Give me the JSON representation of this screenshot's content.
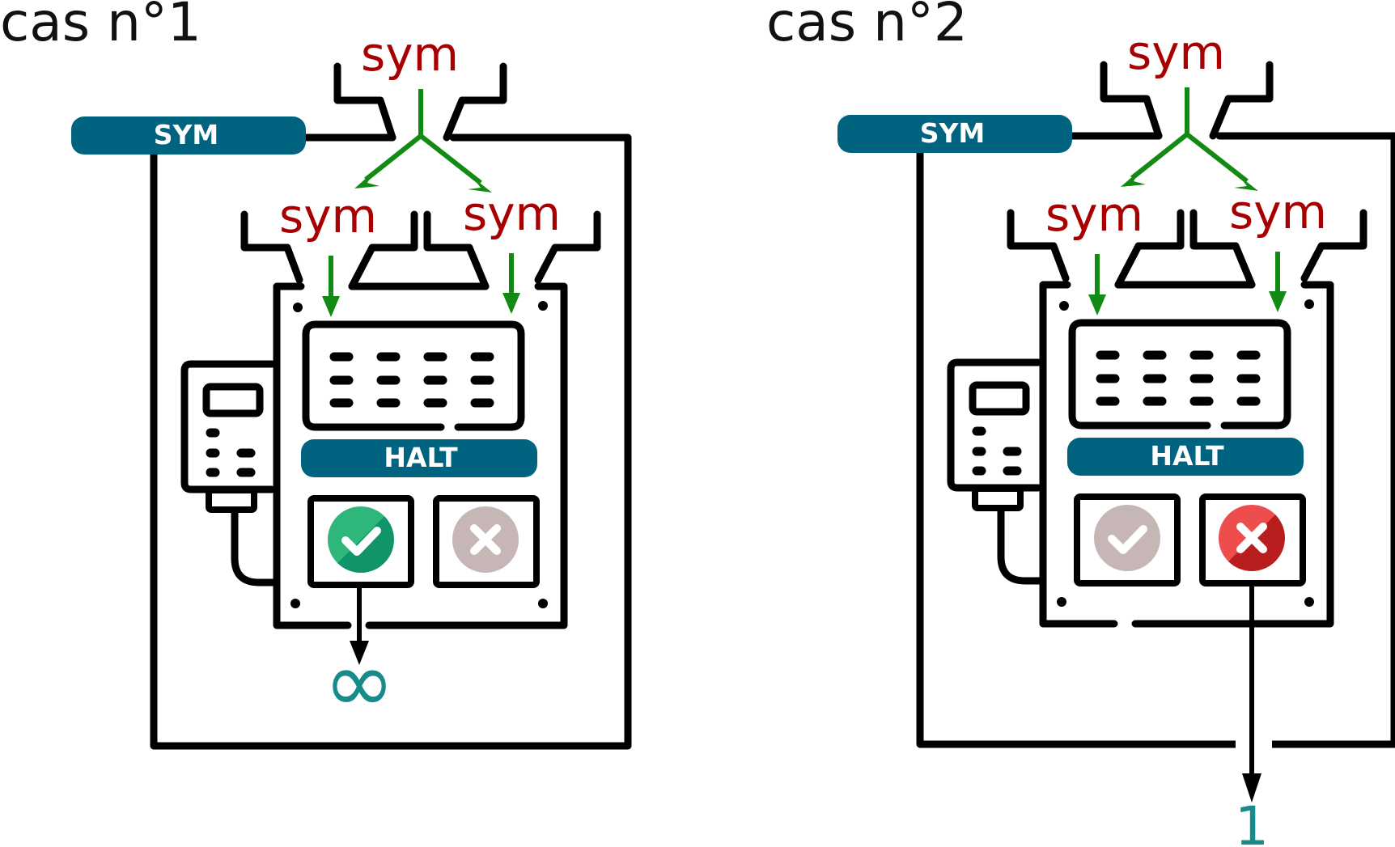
{
  "colors": {
    "pill": "#006480",
    "sym_text": "#a80000",
    "arrow_green": "#138a13",
    "result_teal": "#178a8a",
    "check_active_light": "#2fb67b",
    "check_active_dark": "#12946a",
    "cross_active_light": "#ee4d4d",
    "cross_active_dark": "#b81e1e",
    "inactive_icon": "#c6b6b6"
  },
  "cases": [
    {
      "title": "cas n°1",
      "outer_label": "SYM",
      "top_symbol": "sym",
      "left_symbol": "sym",
      "right_symbol": "sym",
      "halt_label": "HALT",
      "check_state": "active",
      "cross_state": "inactive",
      "output_from": "check",
      "result": "∞",
      "icons": {
        "check": "check-icon",
        "cross": "cross-icon",
        "terminal": "terminal-icon"
      }
    },
    {
      "title": "cas n°2",
      "outer_label": "SYM",
      "top_symbol": "sym",
      "left_symbol": "sym",
      "right_symbol": "sym",
      "halt_label": "HALT",
      "check_state": "inactive",
      "cross_state": "active",
      "output_from": "cross",
      "result": "1",
      "icons": {
        "check": "check-icon",
        "cross": "cross-icon",
        "terminal": "terminal-icon"
      }
    }
  ]
}
